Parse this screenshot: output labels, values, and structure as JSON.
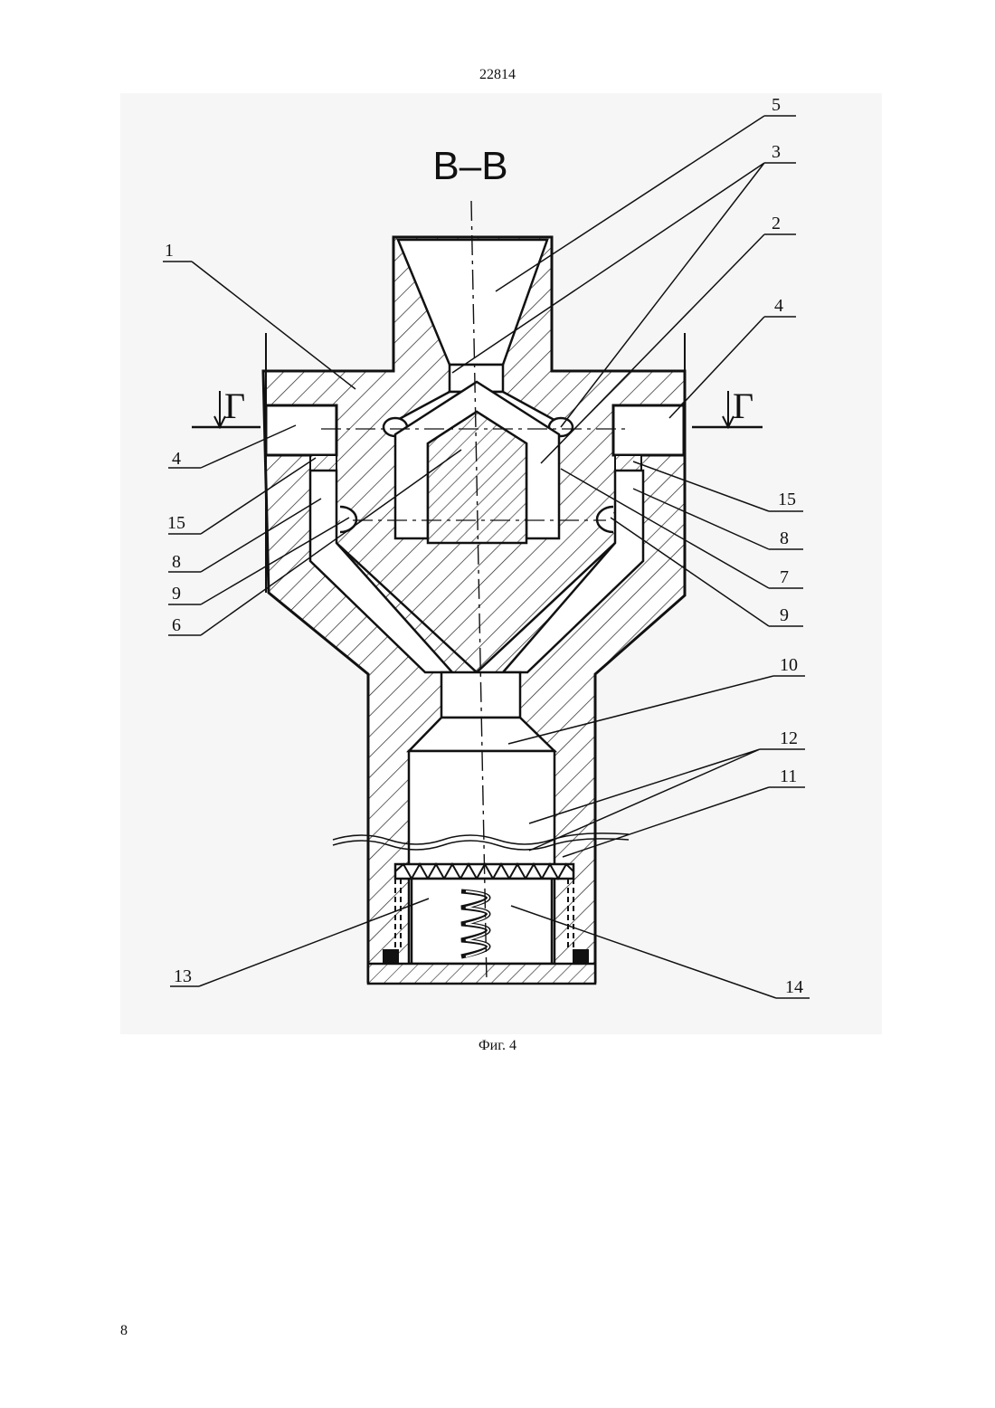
{
  "header": {
    "document_number": "22814"
  },
  "figure": {
    "section_title": "В–В",
    "section_marker": "Г",
    "caption": "Фиг. 4",
    "callouts": {
      "c1": "1",
      "c2": "2",
      "c3": "3",
      "c4_left": "4",
      "c4_right": "4",
      "c5": "5",
      "c6": "6",
      "c7": "7",
      "c8_left": "8",
      "c8_right": "8",
      "c9_left": "9",
      "c9_right": "9",
      "c10": "10",
      "c11": "11",
      "c12": "12",
      "c13": "13",
      "c14": "14",
      "c15_left": "15",
      "c15_right": "15"
    }
  },
  "footer": {
    "page_number": "8"
  }
}
